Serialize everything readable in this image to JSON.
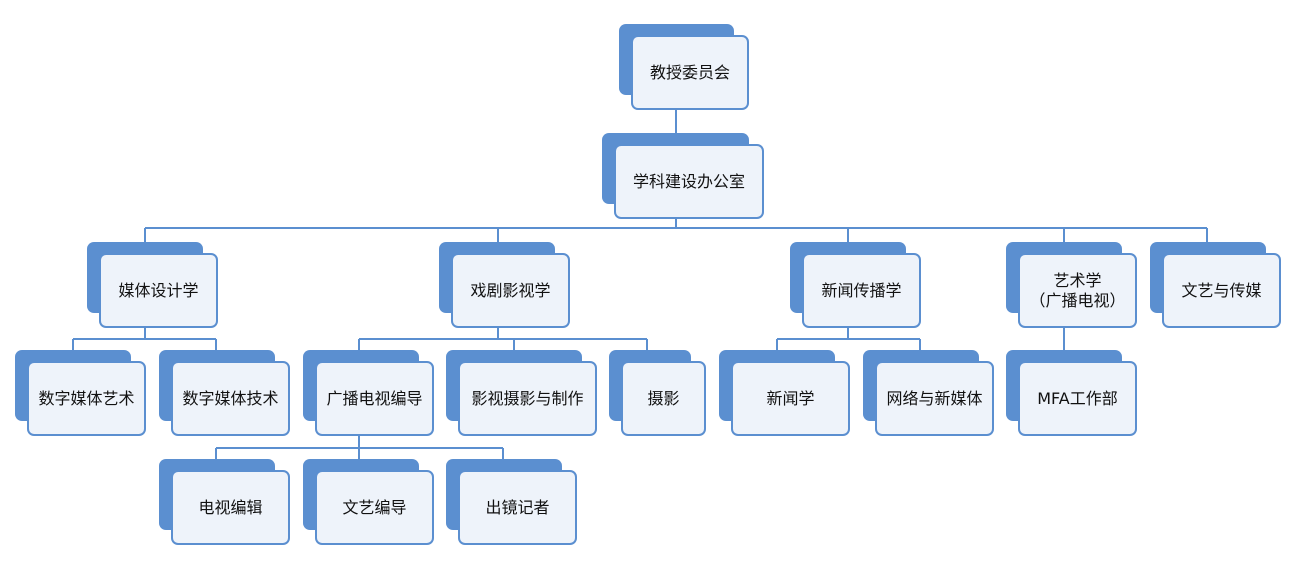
{
  "diagram": {
    "nodes": {
      "root": "教授委员会",
      "office": "学科建设办公室",
      "media_design": "媒体设计学",
      "drama": "戏剧影视学",
      "journalism": "新闻传播学",
      "art": "艺术学\n（广播电视）",
      "literature_media": "文艺与传媒",
      "digital_art": "数字媒体艺术",
      "digital_tech": "数字媒体技术",
      "broadcast_directing": "广播电视编导",
      "film_photo": "影视摄影与制作",
      "photography": "摄影",
      "news": "新闻学",
      "network_media": "网络与新媒体",
      "mfa": "MFA工作部",
      "tv_editing": "电视编辑",
      "arts_directing": "文艺编导",
      "reporter": "出镜记者"
    },
    "colors": {
      "accent": "#5b8fd0",
      "box_fill": "#eef3fa",
      "connector": "#5b8fd0"
    }
  }
}
